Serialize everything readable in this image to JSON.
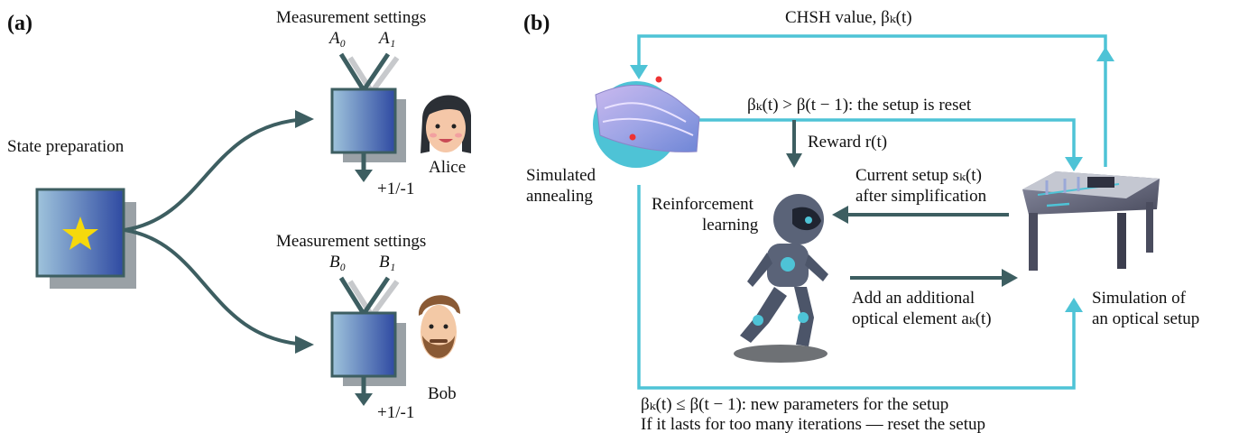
{
  "panel_a": {
    "label": "(a)",
    "state_preparation": "State preparation",
    "alice": {
      "settings_title": "Measurement settings",
      "setting_0": "A₀",
      "setting_1": "A₁",
      "outcome": "+1/-1",
      "name": "Alice"
    },
    "bob": {
      "settings_title": "Measurement settings",
      "setting_0": "B₀",
      "setting_1": "B₁",
      "outcome": "+1/-1",
      "name": "Bob"
    }
  },
  "panel_b": {
    "label": "(b)",
    "chsh": "CHSH value, βₖ(t)",
    "reset_condition": "βₖ(t) > β(t − 1): the setup is reset",
    "reward": "Reward r(t)",
    "current_setup_line1": "Current setup sₖ(t)",
    "current_setup_line2": "after simplification",
    "add_element_line1": "Add an additional",
    "add_element_line2": "optical element aₖ(t)",
    "simulated_annealing_line1": "Simulated",
    "simulated_annealing_line2": "annealing",
    "reinforcement_line1": "Reinforcement",
    "reinforcement_line2": "learning",
    "simulation_line1": "Simulation of",
    "simulation_line2": "an optical setup",
    "bottom_line1": "βₖ(t) ≤ β(t − 1): new parameters for the setup",
    "bottom_line2": "If it lasts for too many iterations — reset the setup"
  },
  "colors": {
    "cyan": "#4ec3d6",
    "dark_teal": "#3d5e61",
    "box_blue": "#3d58a8",
    "star": "#f5d90c"
  }
}
